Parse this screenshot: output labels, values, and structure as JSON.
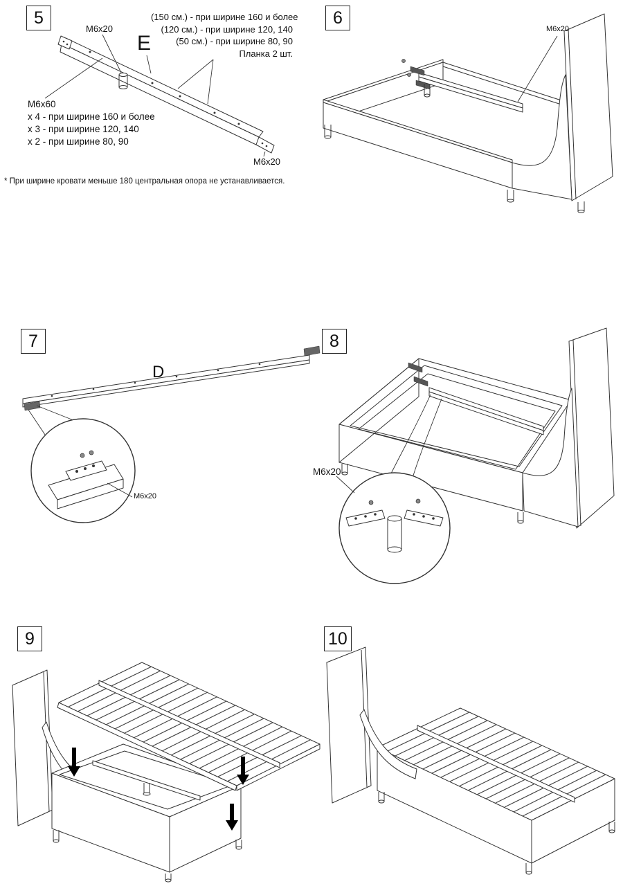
{
  "page": {
    "background": "#ffffff",
    "line_color": "#333333"
  },
  "steps": {
    "s5": {
      "number": "5",
      "part_letter": "E",
      "fastener_top": "M6x20",
      "fastener_bottom": "M6x20",
      "length_notes": [
        "(150 см.) - при ширине 160 и более",
        "(120 см.) - при ширине 120, 140",
        "(50 см.) - при ширине 80, 90"
      ],
      "plank_qty": "Планка 2 шт.",
      "bolt_name": "M6x60",
      "bolt_qty_notes": [
        "х 4 - при ширине 160 и более",
        "х 3 - при ширине 120, 140",
        "х 2 - при ширине 80, 90"
      ],
      "footnote": "* При ширине кровати меньше 180 центральная опора не устанавливается."
    },
    "s6": {
      "number": "6",
      "fastener": "M6x20"
    },
    "s7": {
      "number": "7",
      "part_letter": "D",
      "fastener": "M6x20"
    },
    "s8": {
      "number": "8",
      "fastener": "M6x20"
    },
    "s9": {
      "number": "9"
    },
    "s10": {
      "number": "10"
    }
  }
}
